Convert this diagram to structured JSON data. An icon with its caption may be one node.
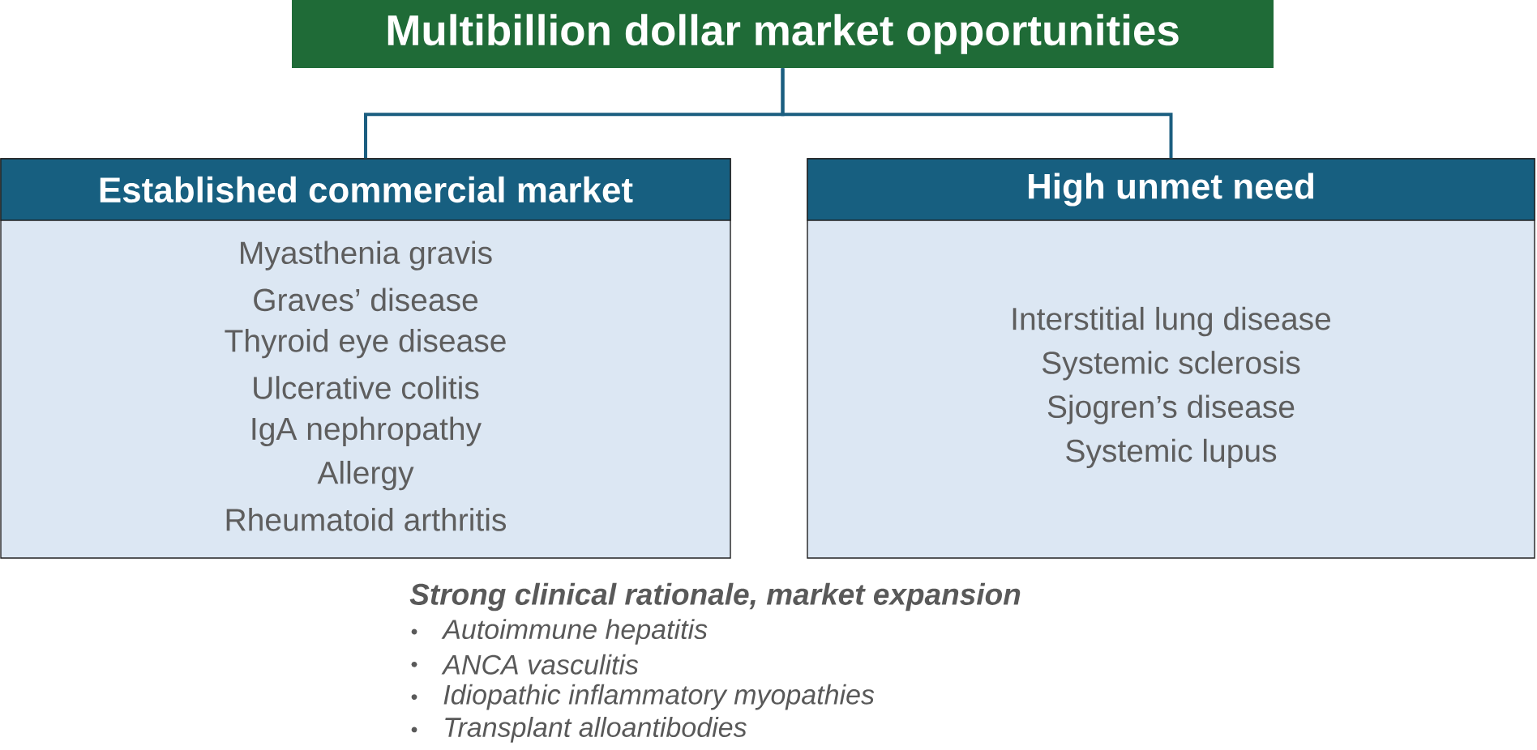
{
  "diagram": {
    "nodes": [
      {
        "text": [
          "Multibillion dollar market opportunities"
        ]
      },
      {
        "text": [
          "Established commercial market",
          "Myasthenia gravis",
          "Graves’ disease",
          "Thyroid eye disease",
          "Ulcerative colitis",
          "IgA nephropathy",
          "Allergy",
          "Rheumatoid arthritis"
        ]
      },
      {
        "text": [
          "High unmet need",
          "Interstitial lung disease",
          "Systemic sclerosis",
          "Sjogren’s disease",
          "Systemic lupus"
        ]
      }
    ],
    "edges": [
      {
        "from": 0,
        "to": 1,
        "arrow": "none"
      },
      {
        "from": 0,
        "to": 2,
        "arrow": "none"
      }
    ],
    "labels": [
      "Strong clinical rationale, market expansion",
      "Autoimmune hepatitis",
      "ANCA vasculitis",
      "Idiopathic inflammatory myopathies",
      "Transplant alloantibodies"
    ]
  }
}
